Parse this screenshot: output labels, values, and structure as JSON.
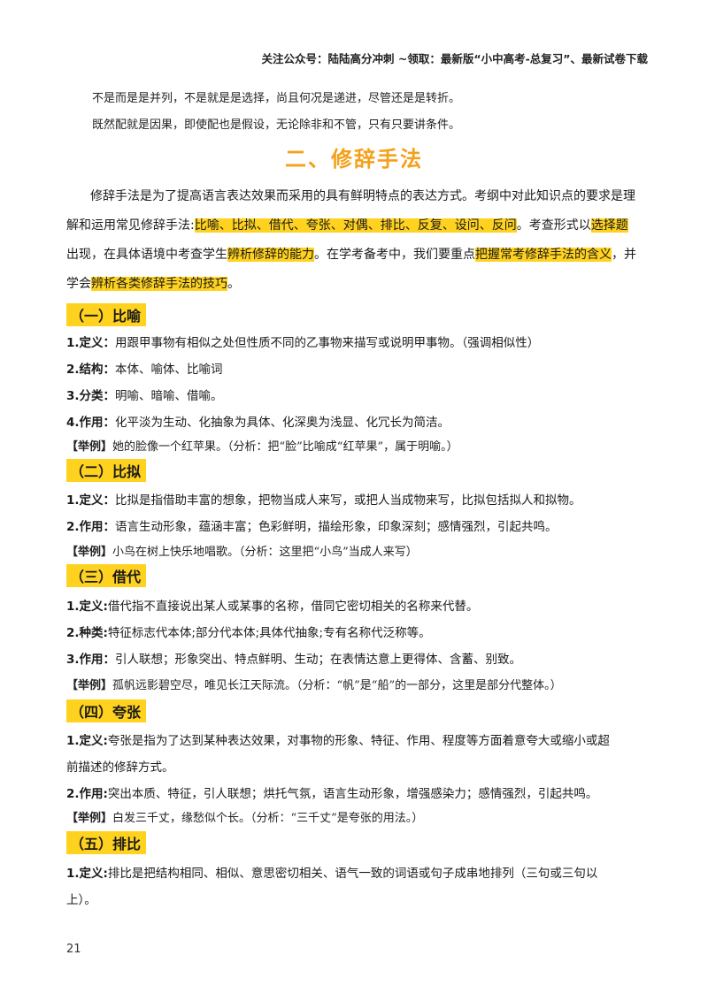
{
  "header": "关注公众号：陆陆高分冲刺 ~领取：最新版“小中高考-总复习”、最新试卷下载",
  "conjunctions": [
    "不是而是是并列，不是就是是选择，尚且何况是递进，尽管还是是转折。",
    "既然配就是因果，即使配也是假设，无论除非和不管，只有只要讲条件。"
  ],
  "title": "二、修辞手法",
  "intro": {
    "l1_a": "修辞手法是为了提高语言表达效果而采用的具有鲜明特点的表达方式。考纲中对此知识点的要求是理",
    "l2_a": "解和运用常见修辞手法:",
    "l2_hl": "比喻、比拟、借代、夸张、对偶、排比、反复、设问、反问",
    "l2_b": "。考查形式以",
    "l2_hl2": "选择题",
    "l3_a": "出现，在具体语境中考查学生",
    "l3_hl": "辨析修辞的能力",
    "l3_b": "。在学考备考中，我们要重点",
    "l3_hl2": "把握常考修辞手法的含义",
    "l3_c": "，并",
    "l4_a": "学会",
    "l4_hl": "辨析各类修辞手法的技巧",
    "l4_b": "。"
  },
  "sections": {
    "s1": {
      "heading": "（一）比喻",
      "def_label": "1.定义：",
      "def": "用跟甲事物有相似之处但性质不同的乙事物来描写或说明甲事物。（强调相似性）",
      "struct_label": "2.结构：",
      "struct": "本体、喻体、比喻词",
      "class_label": "3.分类：",
      "class": "明喻、暗喻、借喻。",
      "func_label": "4.作用：",
      "func": "化平淡为生动、化抽象为具体、化深奥为浅显、化冗长为简洁。",
      "ex_label": "【举例】",
      "ex": "她的脸像一个红苹果。（分析：把“脸”比喻成“红苹果”，属于明喻。）"
    },
    "s2": {
      "heading": "（二）比拟",
      "def_label": "1.定义：",
      "def": "比拟是指借助丰富的想象，把物当成人来写，或把人当成物来写，比拟包括拟人和拟物。",
      "func_label": "2.作用：",
      "func": "语言生动形象，蕴涵丰富；色彩鲜明，描绘形象，印象深刻；感情强烈，引起共鸣。",
      "ex_label": "【举例】",
      "ex": "小鸟在树上快乐地唱歌。（分析：这里把“小鸟”当成人来写）"
    },
    "s3": {
      "heading": "（三）借代",
      "def_label": "1.定义:",
      "def": "借代指不直接说出某人或某事的名称，借同它密切相关的名称来代替。",
      "kind_label": "2.种类:",
      "kind": "特征标志代本体;部分代本体;具体代抽象;专有名称代泛称等。",
      "func_label": "3.作用：",
      "func": "引人联想；形象突出、特点鲜明、生动；在表情达意上更得体、含蓄、别致。",
      "ex_label": "【举例】",
      "ex": "孤帆远影碧空尽，唯见长江天际流。（分析：“帆”是“船”的一部分，这里是部分代整体。）"
    },
    "s4": {
      "heading": "（四）夸张",
      "def_label": "1.定义:",
      "def": "夸张是指为了达到某种表达效果，对事物的形象、特征、作用、程度等方面着意夸大或缩小或超",
      "def2": "前描述的修辞方式。",
      "func_label": "2.作用:",
      "func": "突出本质、特征，引人联想；烘托气氛，语言生动形象，增强感染力；感情强烈，引起共鸣。",
      "ex_label": "【举例】",
      "ex": "白发三千丈，缘愁似个长。（分析：“三千丈”是夸张的用法。）"
    },
    "s5": {
      "heading": "（五）排比",
      "def_label": "1.定义:",
      "def": "排比是把结构相同、相似、意思密切相关、语气一致的词语或句子成串地排列（三句或三句以",
      "def2": "上）。"
    }
  },
  "page_number": "21"
}
